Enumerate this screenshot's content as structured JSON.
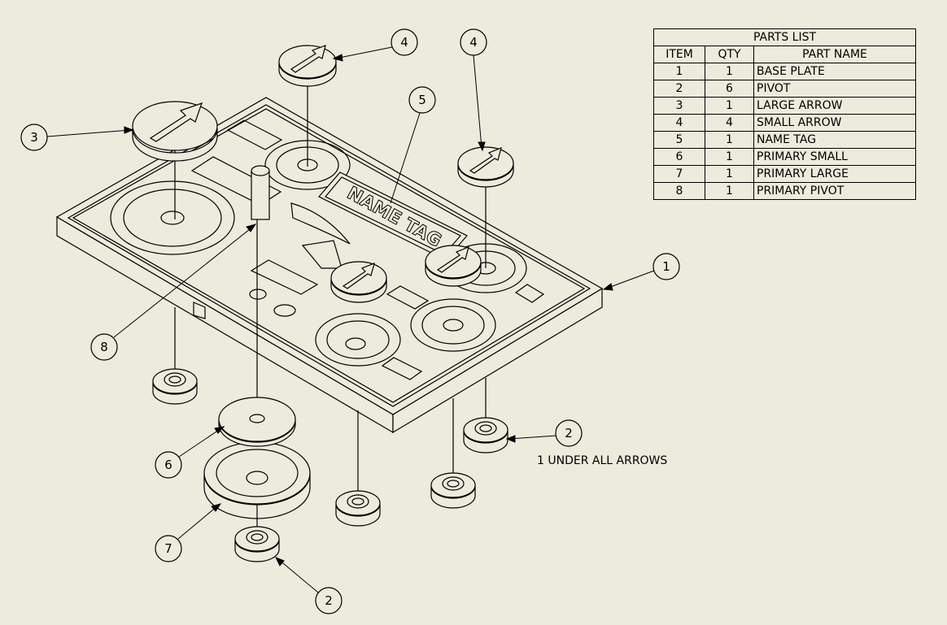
{
  "parts_list": {
    "title": "PARTS LIST",
    "headers": [
      "ITEM",
      "QTY",
      "PART NAME"
    ],
    "rows": [
      {
        "item": "1",
        "qty": "1",
        "name": "BASE PLATE"
      },
      {
        "item": "2",
        "qty": "6",
        "name": "PIVOT"
      },
      {
        "item": "3",
        "qty": "1",
        "name": "LARGE ARROW"
      },
      {
        "item": "4",
        "qty": "4",
        "name": "SMALL ARROW"
      },
      {
        "item": "5",
        "qty": "1",
        "name": "NAME TAG"
      },
      {
        "item": "6",
        "qty": "1",
        "name": "PRIMARY SMALL"
      },
      {
        "item": "7",
        "qty": "1",
        "name": "PRIMARY LARGE"
      },
      {
        "item": "8",
        "qty": "1",
        "name": "PRIMARY PIVOT"
      }
    ]
  },
  "balloons": [
    "3",
    "4",
    "4",
    "5",
    "1",
    "8",
    "2",
    "6",
    "7",
    "2"
  ],
  "name_tag_text": "NAME TAG",
  "note": "1 UNDER ALL ARROWS"
}
